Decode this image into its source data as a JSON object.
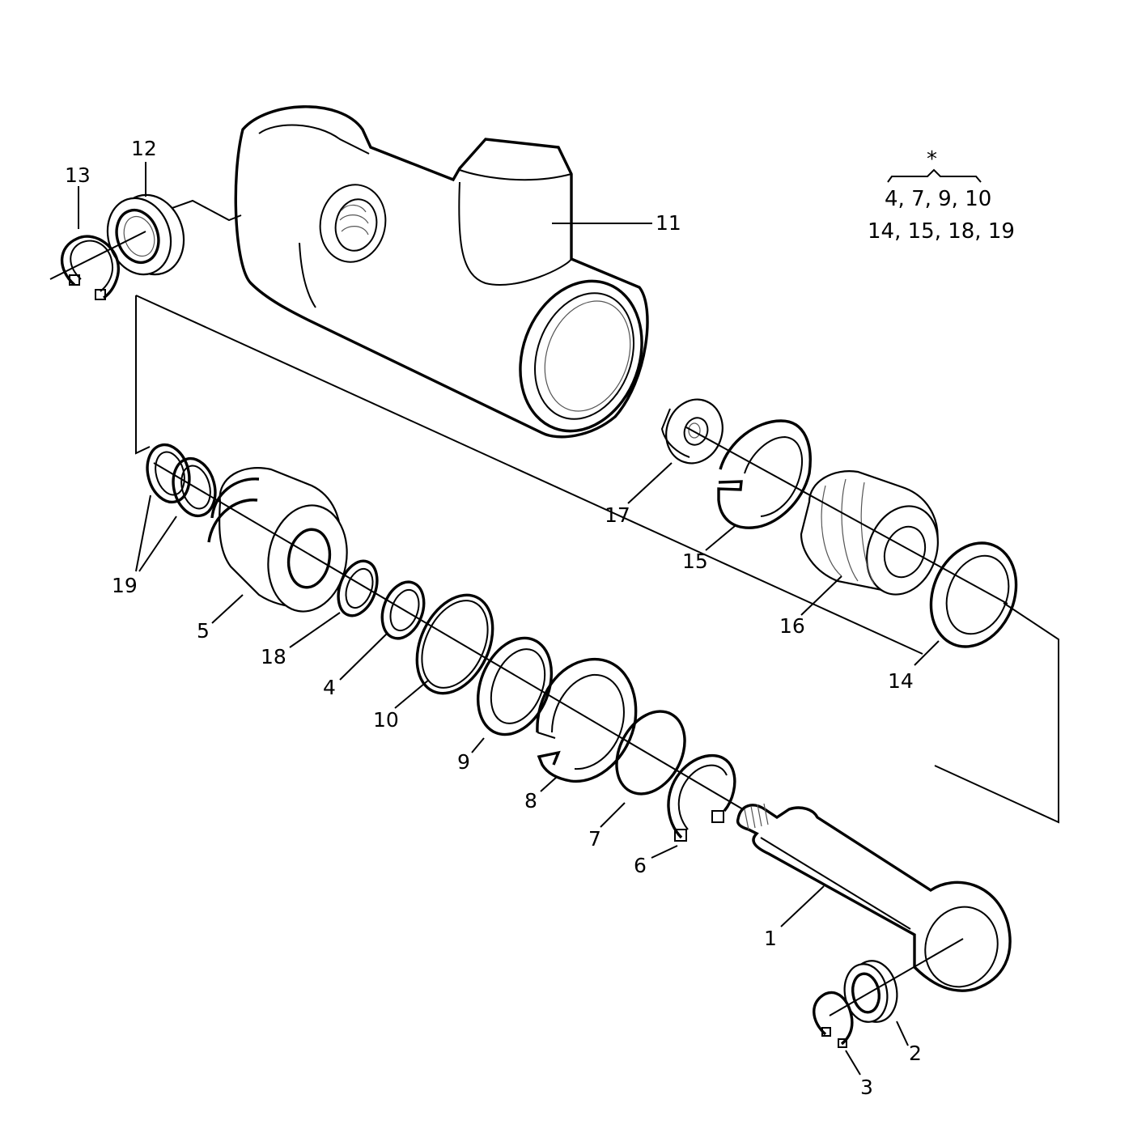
{
  "callouts": [
    {
      "id": "c1",
      "text": "1"
    },
    {
      "id": "c2",
      "text": "2"
    },
    {
      "id": "c3",
      "text": "3"
    },
    {
      "id": "c4",
      "text": "4"
    },
    {
      "id": "c5",
      "text": "5"
    },
    {
      "id": "c6",
      "text": "6"
    },
    {
      "id": "c7",
      "text": "7"
    },
    {
      "id": "c8",
      "text": "8"
    },
    {
      "id": "c9",
      "text": "9"
    },
    {
      "id": "c10",
      "text": "10"
    },
    {
      "id": "c11",
      "text": "11"
    },
    {
      "id": "c12",
      "text": "12"
    },
    {
      "id": "c13",
      "text": "13"
    },
    {
      "id": "c14",
      "text": "14"
    },
    {
      "id": "c15",
      "text": "15"
    },
    {
      "id": "c16",
      "text": "16"
    },
    {
      "id": "c17",
      "text": "17"
    },
    {
      "id": "c18",
      "text": "18"
    },
    {
      "id": "c19",
      "text": "19"
    }
  ],
  "kit_note": {
    "symbol": "*",
    "line1": "4, 7, 9, 10",
    "line2": "14, 15, 18, 19"
  }
}
